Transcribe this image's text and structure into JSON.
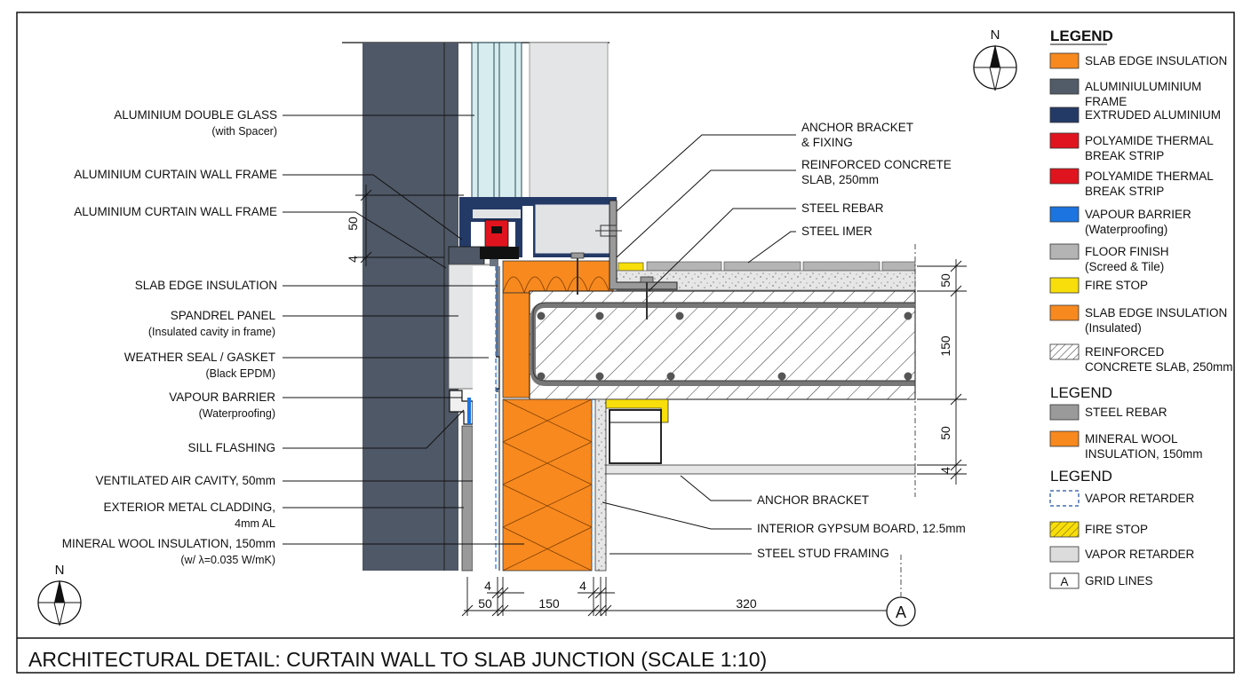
{
  "title": "ARCHITECTURAL DETAIL: CURTAIN WALL TO SLAB JUNCTION (SCALE 1:10)",
  "north_label": "N",
  "grid_bubble": "A",
  "left_labels": [
    {
      "id": "double-glass",
      "line1": "ALUMINIUM DOUBLE GLASS",
      "line2": "(with Spacer)"
    },
    {
      "id": "frame-1",
      "line1": "ALUMINIUM CURTAIN WALL FRAME",
      "line2": ""
    },
    {
      "id": "frame-2",
      "line1": "ALUMINIUM CURTAIN WALL FRAME",
      "line2": ""
    },
    {
      "id": "slab-edge-insulation",
      "line1": "SLAB EDGE INSULATION",
      "line2": ""
    },
    {
      "id": "spandrel-panel",
      "line1": "SPANDREL PANEL",
      "line2": "(Insulated cavity in frame)"
    },
    {
      "id": "weather-seal",
      "line1": "WEATHER SEAL / GASKET",
      "line2": "(Black EPDM)"
    },
    {
      "id": "vapour-barrier",
      "line1": "VAPOUR BARRIER",
      "line2": "(Waterproofing)"
    },
    {
      "id": "sill-flashing",
      "line1": "SILL FLASHING",
      "line2": ""
    },
    {
      "id": "air-cavity",
      "line1": "VENTILATED AIR CAVITY, 50mm",
      "line2": ""
    },
    {
      "id": "metal-cladding",
      "line1": "EXTERIOR METAL CLADDING,",
      "line2": "4mm AL"
    },
    {
      "id": "mineral-wool",
      "line1": "MINERAL WOOL INSULATION, 150mm",
      "line2": "(w/ λ=0.035 W/mK)"
    }
  ],
  "right_labels": [
    {
      "id": "anchor-bracket-fixing",
      "line1": "ANCHOR BRACKET",
      "line2": "& FIXING"
    },
    {
      "id": "concrete-slab",
      "line1": "REINFORCED CONCRETE",
      "line2": "SLAB, 250mm"
    },
    {
      "id": "steel-rebar",
      "line1": "STEEL REBAR",
      "line2": ""
    },
    {
      "id": "steel-imer",
      "line1": "STEEL IMER",
      "line2": ""
    },
    {
      "id": "anchor-bracket",
      "line1": "ANCHOR BRACKET",
      "line2": ""
    },
    {
      "id": "gypsum-board",
      "line1": "INTERIOR GYPSUM BOARD, 12.5mm",
      "line2": ""
    },
    {
      "id": "steel-stud",
      "line1": "STEEL STUD FRAMING",
      "line2": ""
    }
  ],
  "dimensions": {
    "left_50": "50",
    "left_4": "4",
    "right_50_top": "50",
    "right_150": "150",
    "right_50_bottom": "50",
    "right_4": "4",
    "bottom_4_left": "4",
    "bottom_4_right": "4",
    "bottom_50": "50",
    "bottom_150": "150",
    "bottom_320": "320"
  },
  "legend": {
    "heading_1": "LEGEND",
    "heading_2": "LEGEND",
    "heading_3": "LEGEND",
    "items_1": [
      {
        "line1": "SLAB EDGE INSULATION",
        "line2": "",
        "color": "#f7891f"
      },
      {
        "line1": "ALUMINIULUMINIUM",
        "line2": "FRAME",
        "color": "#525c68"
      },
      {
        "line1": "EXTRUDED ALUMINIUM",
        "line2": "",
        "color": "#243a66"
      },
      {
        "line1": "POLYAMIDE THERMAL",
        "line2": "BREAK STRIP",
        "color": "#e0141e"
      },
      {
        "line1": "POLYAMIDE THERMAL",
        "line2": "BREAK STRIP",
        "color": "#e0141e"
      },
      {
        "line1": "VAPOUR BARRIER",
        "line2": "(Waterproofing)",
        "color": "#1c74e0"
      },
      {
        "line1": "FLOOR FINISH",
        "line2": "(Screed & Tile)",
        "color": "#b4b4b4"
      },
      {
        "line1": "FIRE STOP",
        "line2": "",
        "color": "#f8de0a"
      },
      {
        "line1": "SLAB EDGE INSULATION",
        "line2": "(Insulated)",
        "color": "#f7891f"
      },
      {
        "line1": "REINFORCED",
        "line2": "CONCRETE SLAB, 250mm",
        "color": "hatch"
      }
    ],
    "items_2": [
      {
        "line1": "STEEL REBAR",
        "line2": "",
        "color": "#9a9a9a"
      },
      {
        "line1": "MINERAL WOOL",
        "line2": "INSULATION, 150mm",
        "color": "#f7891f"
      }
    ],
    "items_3": [
      {
        "line1": "VAPOR RETARDER",
        "line2": "",
        "color": "dashed"
      },
      {
        "line1": "FIRE STOP",
        "line2": "",
        "color": "yellow-hatch"
      },
      {
        "line1": "VAPOR RETARDER",
        "line2": "",
        "color": "#dcdcdc"
      },
      {
        "line1": "GRID LINES",
        "line2": "",
        "color": "grid",
        "key": "A"
      }
    ]
  },
  "colors": {
    "cladding": "#4f5866",
    "insulation": "#f7891f",
    "frame": "#243a66",
    "thermal_break": "#e0141e",
    "vapour_barrier": "#1c74e0",
    "fire_stop": "#f8de0a",
    "glass": "#cfe7ec"
  }
}
